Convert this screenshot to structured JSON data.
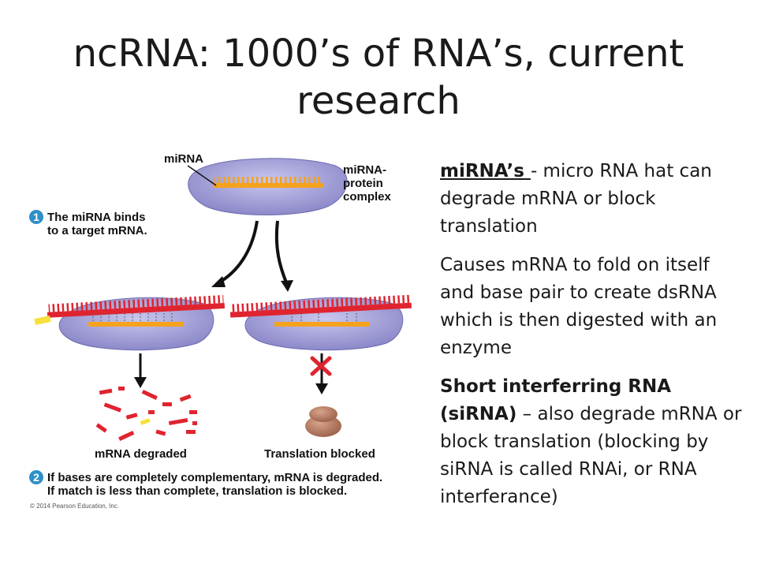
{
  "slide": {
    "title_line1": "ncRNA: 1000’s of RNA’s, current",
    "title_line2": "research"
  },
  "figure": {
    "label_mirna": "miRNA",
    "label_complex_1": "miRNA-",
    "label_complex_2": "protein",
    "label_complex_3": "complex",
    "step1_number": "1",
    "step1_line1": "The miRNA binds",
    "step1_line2": "to a target mRNA.",
    "label_degraded": "mRNA degraded",
    "label_blocked": "Translation blocked",
    "step2_number": "2",
    "step2_line1": "If bases are completely complementary, mRNA is degraded.",
    "step2_line2": "If match is less than complete, translation is blocked.",
    "copyright": "© 2014 Pearson Education, Inc.",
    "colors": {
      "complex": "#9d9ad6",
      "mirna": "#f5a21c",
      "mrna": "#e0242f",
      "step_circle": "#2f8fc8",
      "ribosome": "#b37a62",
      "cross": "#e0242f"
    }
  },
  "bullets": {
    "b1_term": "miRNA’s ",
    "b1_text": "- micro RNA hat can degrade mRNA or block translation",
    "b2_text": "Causes mRNA to fold on itself and base pair to create dsRNA which is then digested with an enzyme",
    "b3_term": "Short interferring RNA (siRNA)",
    "b3_text": " – also degrade mRNA or block translation (blocking by siRNA is called RNAi, or RNA interferance)"
  }
}
